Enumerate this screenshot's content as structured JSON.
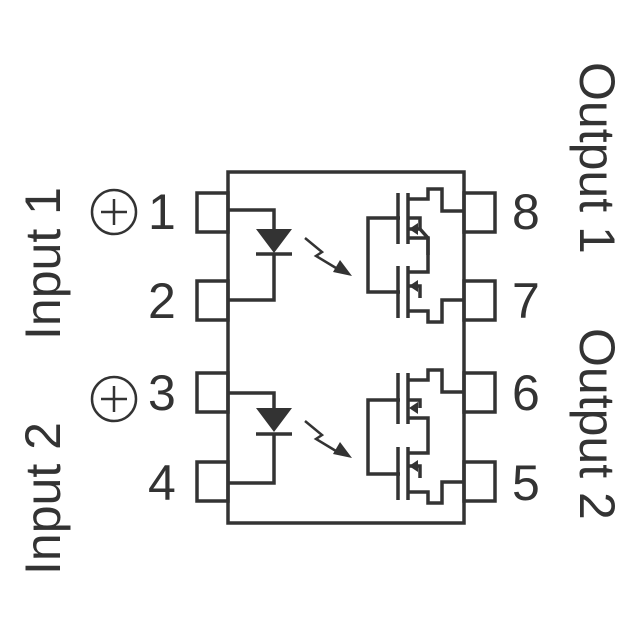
{
  "labels": {
    "input1": "Input 1",
    "input2": "Input 2",
    "output1": "Output 1",
    "output2": "Output 2",
    "plus_symbol": "+"
  },
  "pins": [
    "1",
    "2",
    "3",
    "4",
    "5",
    "6",
    "7",
    "8"
  ],
  "colors": {
    "stroke": "#333333",
    "background": "#ffffff"
  }
}
